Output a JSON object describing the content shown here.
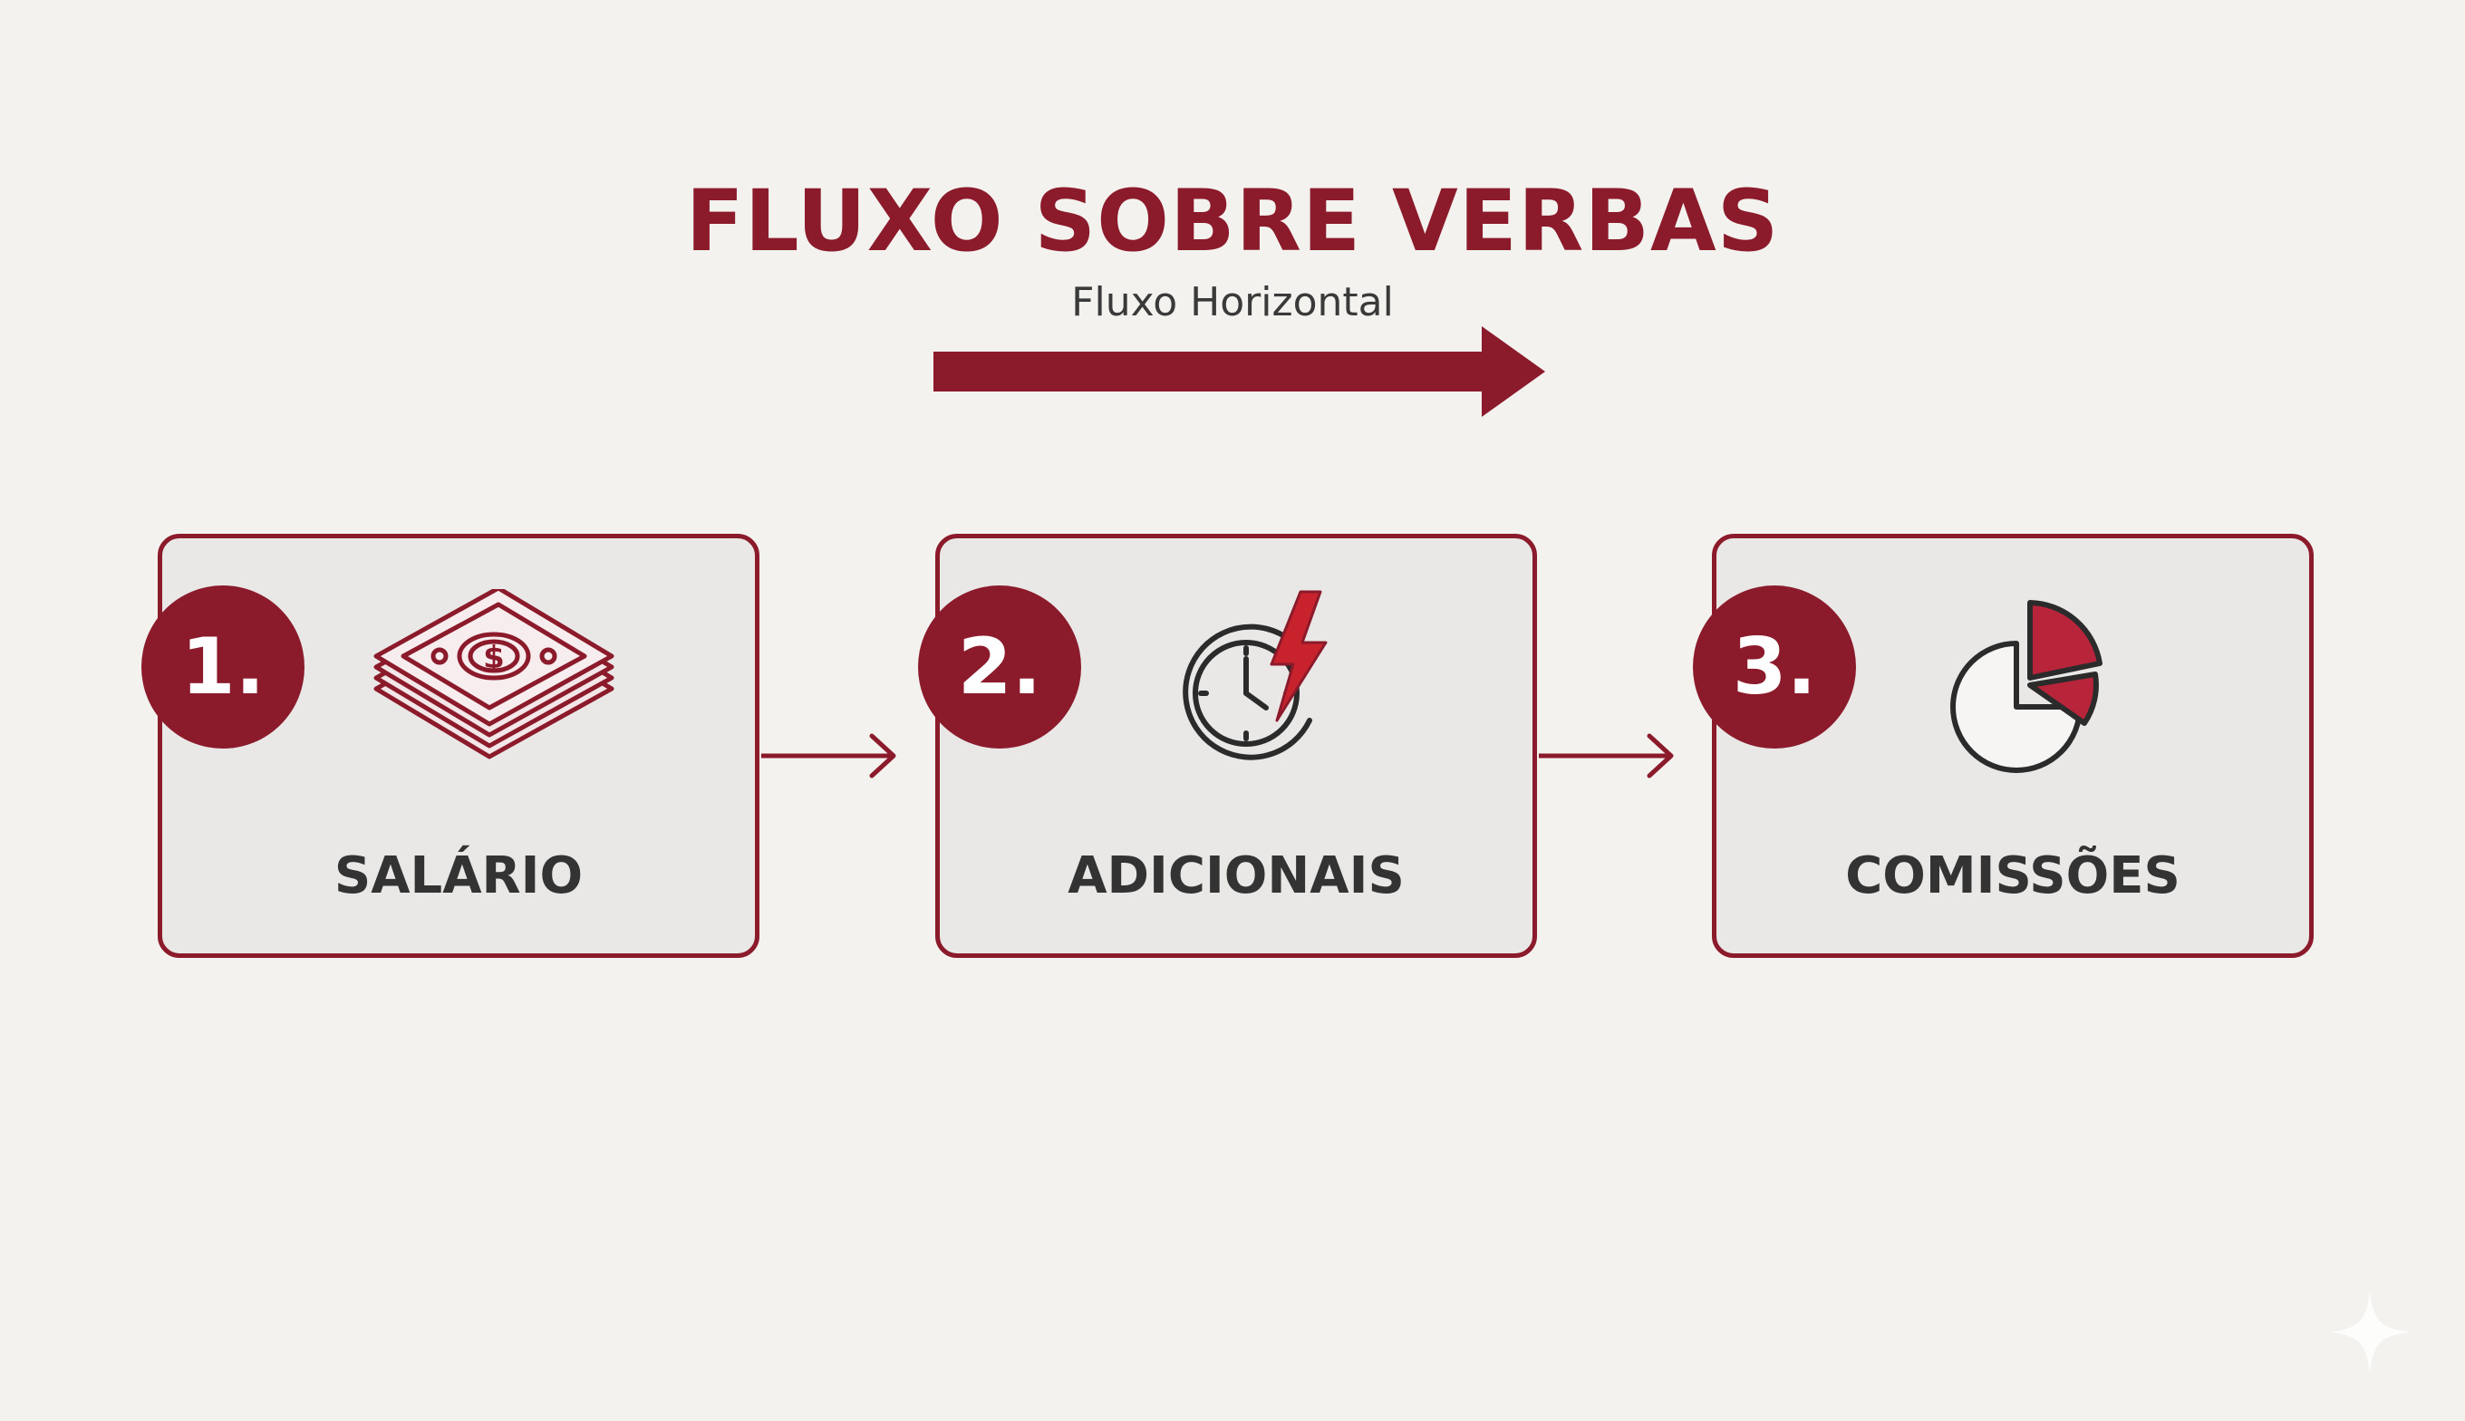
{
  "title": "FLUXO SOBRE VERBAS",
  "subtitle": "Fluxo Horizontal",
  "colors": {
    "accent": "#8b1a2b",
    "background": "#f3f2ef",
    "card_fill": "#e9e8e7",
    "label_text": "#333333"
  },
  "steps": [
    {
      "number": "1.",
      "label": "SALÁRIO",
      "icon": "money-stack-icon"
    },
    {
      "number": "2.",
      "label": "ADICIONAIS",
      "icon": "clock-lightning-icon"
    },
    {
      "number": "3.",
      "label": "COMISSÕES",
      "icon": "pie-chart-icon"
    }
  ]
}
